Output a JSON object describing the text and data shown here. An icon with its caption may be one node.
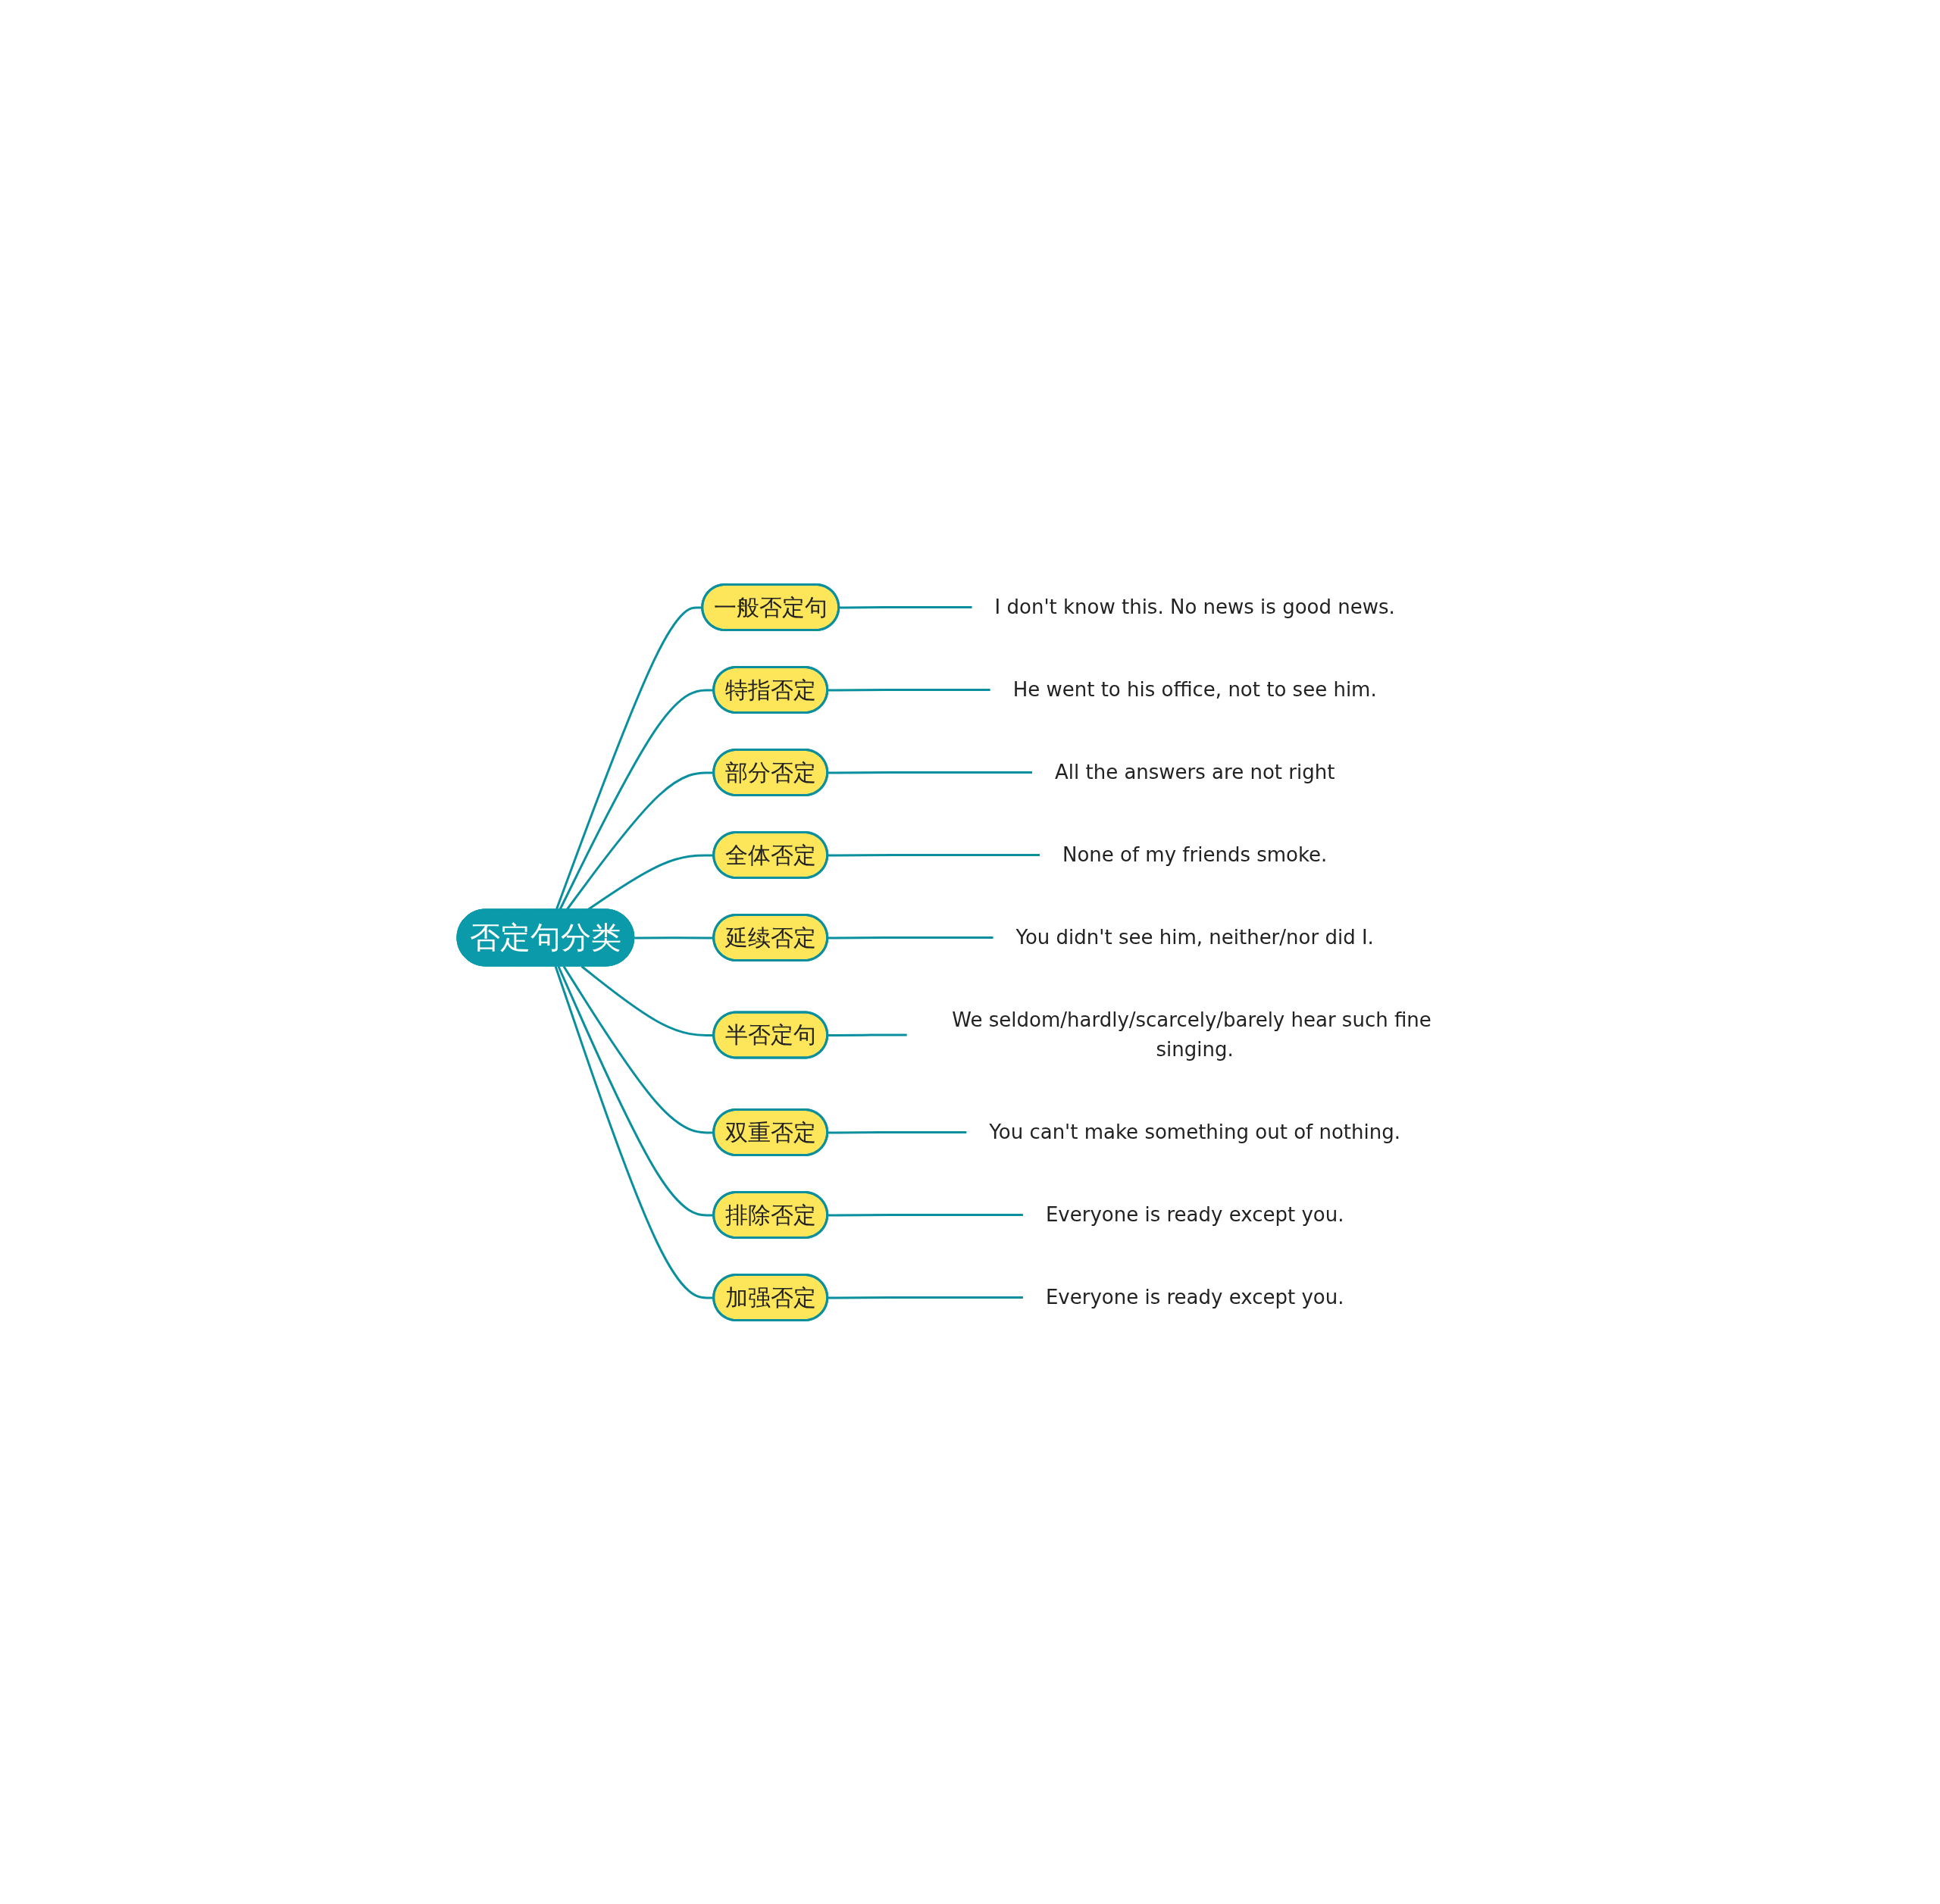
{
  "diagram": {
    "nodes": [
      {
        "text": [
          "否定句分类"
        ]
      },
      {
        "text": [
          "一般否定句"
        ]
      },
      {
        "text": [
          "特指否定"
        ]
      },
      {
        "text": [
          "部分否定"
        ]
      },
      {
        "text": [
          "全体否定"
        ]
      },
      {
        "text": [
          "延续否定"
        ]
      },
      {
        "text": [
          "半否定句"
        ]
      },
      {
        "text": [
          "双重否定"
        ]
      },
      {
        "text": [
          "排除否定"
        ]
      },
      {
        "text": [
          "加强否定"
        ]
      },
      {
        "text": [
          "I don't know this. No news is good news."
        ]
      },
      {
        "text": [
          "He went to his office, not to see him."
        ]
      },
      {
        "text": [
          "All the answers are not right"
        ]
      },
      {
        "text": [
          "None of my friends smoke."
        ]
      },
      {
        "text": [
          "You didn't see him, neither/nor did I."
        ]
      },
      {
        "text": [
          "We seldom/hardly/scarcely/barely hear such fine singing."
        ]
      },
      {
        "text": [
          "You can't make something out of nothing."
        ]
      },
      {
        "text": [
          "Everyone is ready except you."
        ]
      },
      {
        "text": [
          "Everyone is ready except you."
        ]
      }
    ],
    "edges": [
      {
        "from": 0,
        "to": 1,
        "arrow": "none"
      },
      {
        "from": 0,
        "to": 2,
        "arrow": "none"
      },
      {
        "from": 0,
        "to": 3,
        "arrow": "none"
      },
      {
        "from": 0,
        "to": 4,
        "arrow": "none"
      },
      {
        "from": 0,
        "to": 5,
        "arrow": "none"
      },
      {
        "from": 0,
        "to": 6,
        "arrow": "none"
      },
      {
        "from": 0,
        "to": 7,
        "arrow": "none"
      },
      {
        "from": 0,
        "to": 8,
        "arrow": "none"
      },
      {
        "from": 0,
        "to": 9,
        "arrow": "none"
      },
      {
        "from": 1,
        "to": 10,
        "arrow": "none"
      },
      {
        "from": 2,
        "to": 11,
        "arrow": "none"
      },
      {
        "from": 3,
        "to": 12,
        "arrow": "none"
      },
      {
        "from": 4,
        "to": 13,
        "arrow": "none"
      },
      {
        "from": 5,
        "to": 14,
        "arrow": "none"
      },
      {
        "from": 6,
        "to": 15,
        "arrow": "none"
      },
      {
        "from": 7,
        "to": 16,
        "arrow": "none"
      },
      {
        "from": 8,
        "to": 17,
        "arrow": "none"
      },
      {
        "from": 9,
        "to": 18,
        "arrow": "none"
      }
    ]
  }
}
